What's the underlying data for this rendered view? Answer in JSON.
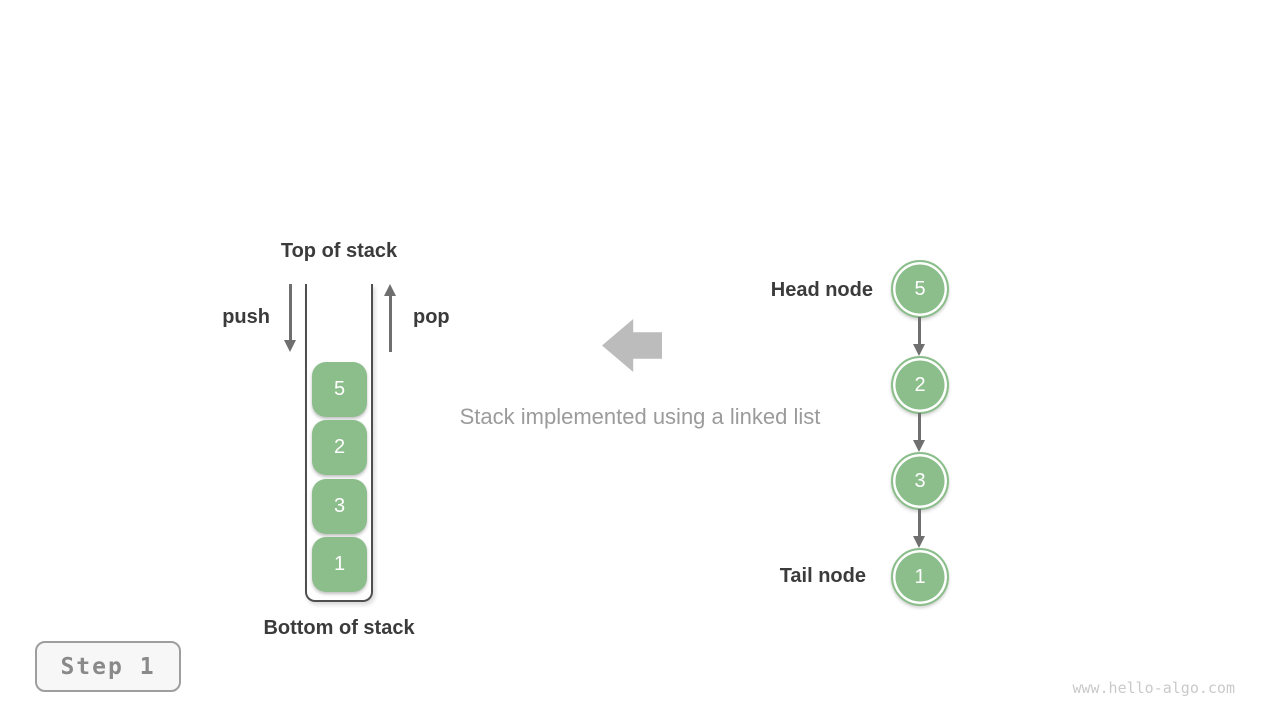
{
  "colors": {
    "node_green": "#8cbe8c",
    "dark_text": "#3b3b3b",
    "arrow_gray": "#6f6f6f",
    "block_arrow_gray": "#bcbcbc",
    "caption_gray": "#9b9b9b",
    "container_border": "#4f4f4f",
    "badge_border": "#9e9e9e",
    "badge_bg": "#f7f7f7",
    "badge_text": "#8a8a8a",
    "watermark_gray": "#cacaca"
  },
  "stack_diagram": {
    "top_label": "Top of stack",
    "bottom_label": "Bottom of stack",
    "push_label": "push",
    "pop_label": "pop",
    "items": [
      "5",
      "2",
      "3",
      "1"
    ]
  },
  "caption": "Stack implemented using a linked list",
  "linked_list": {
    "head_label": "Head node",
    "tail_label": "Tail node",
    "nodes": [
      "5",
      "2",
      "3",
      "1"
    ]
  },
  "step_badge": {
    "label": "Step 1"
  },
  "watermark": "www.hello-algo.com"
}
